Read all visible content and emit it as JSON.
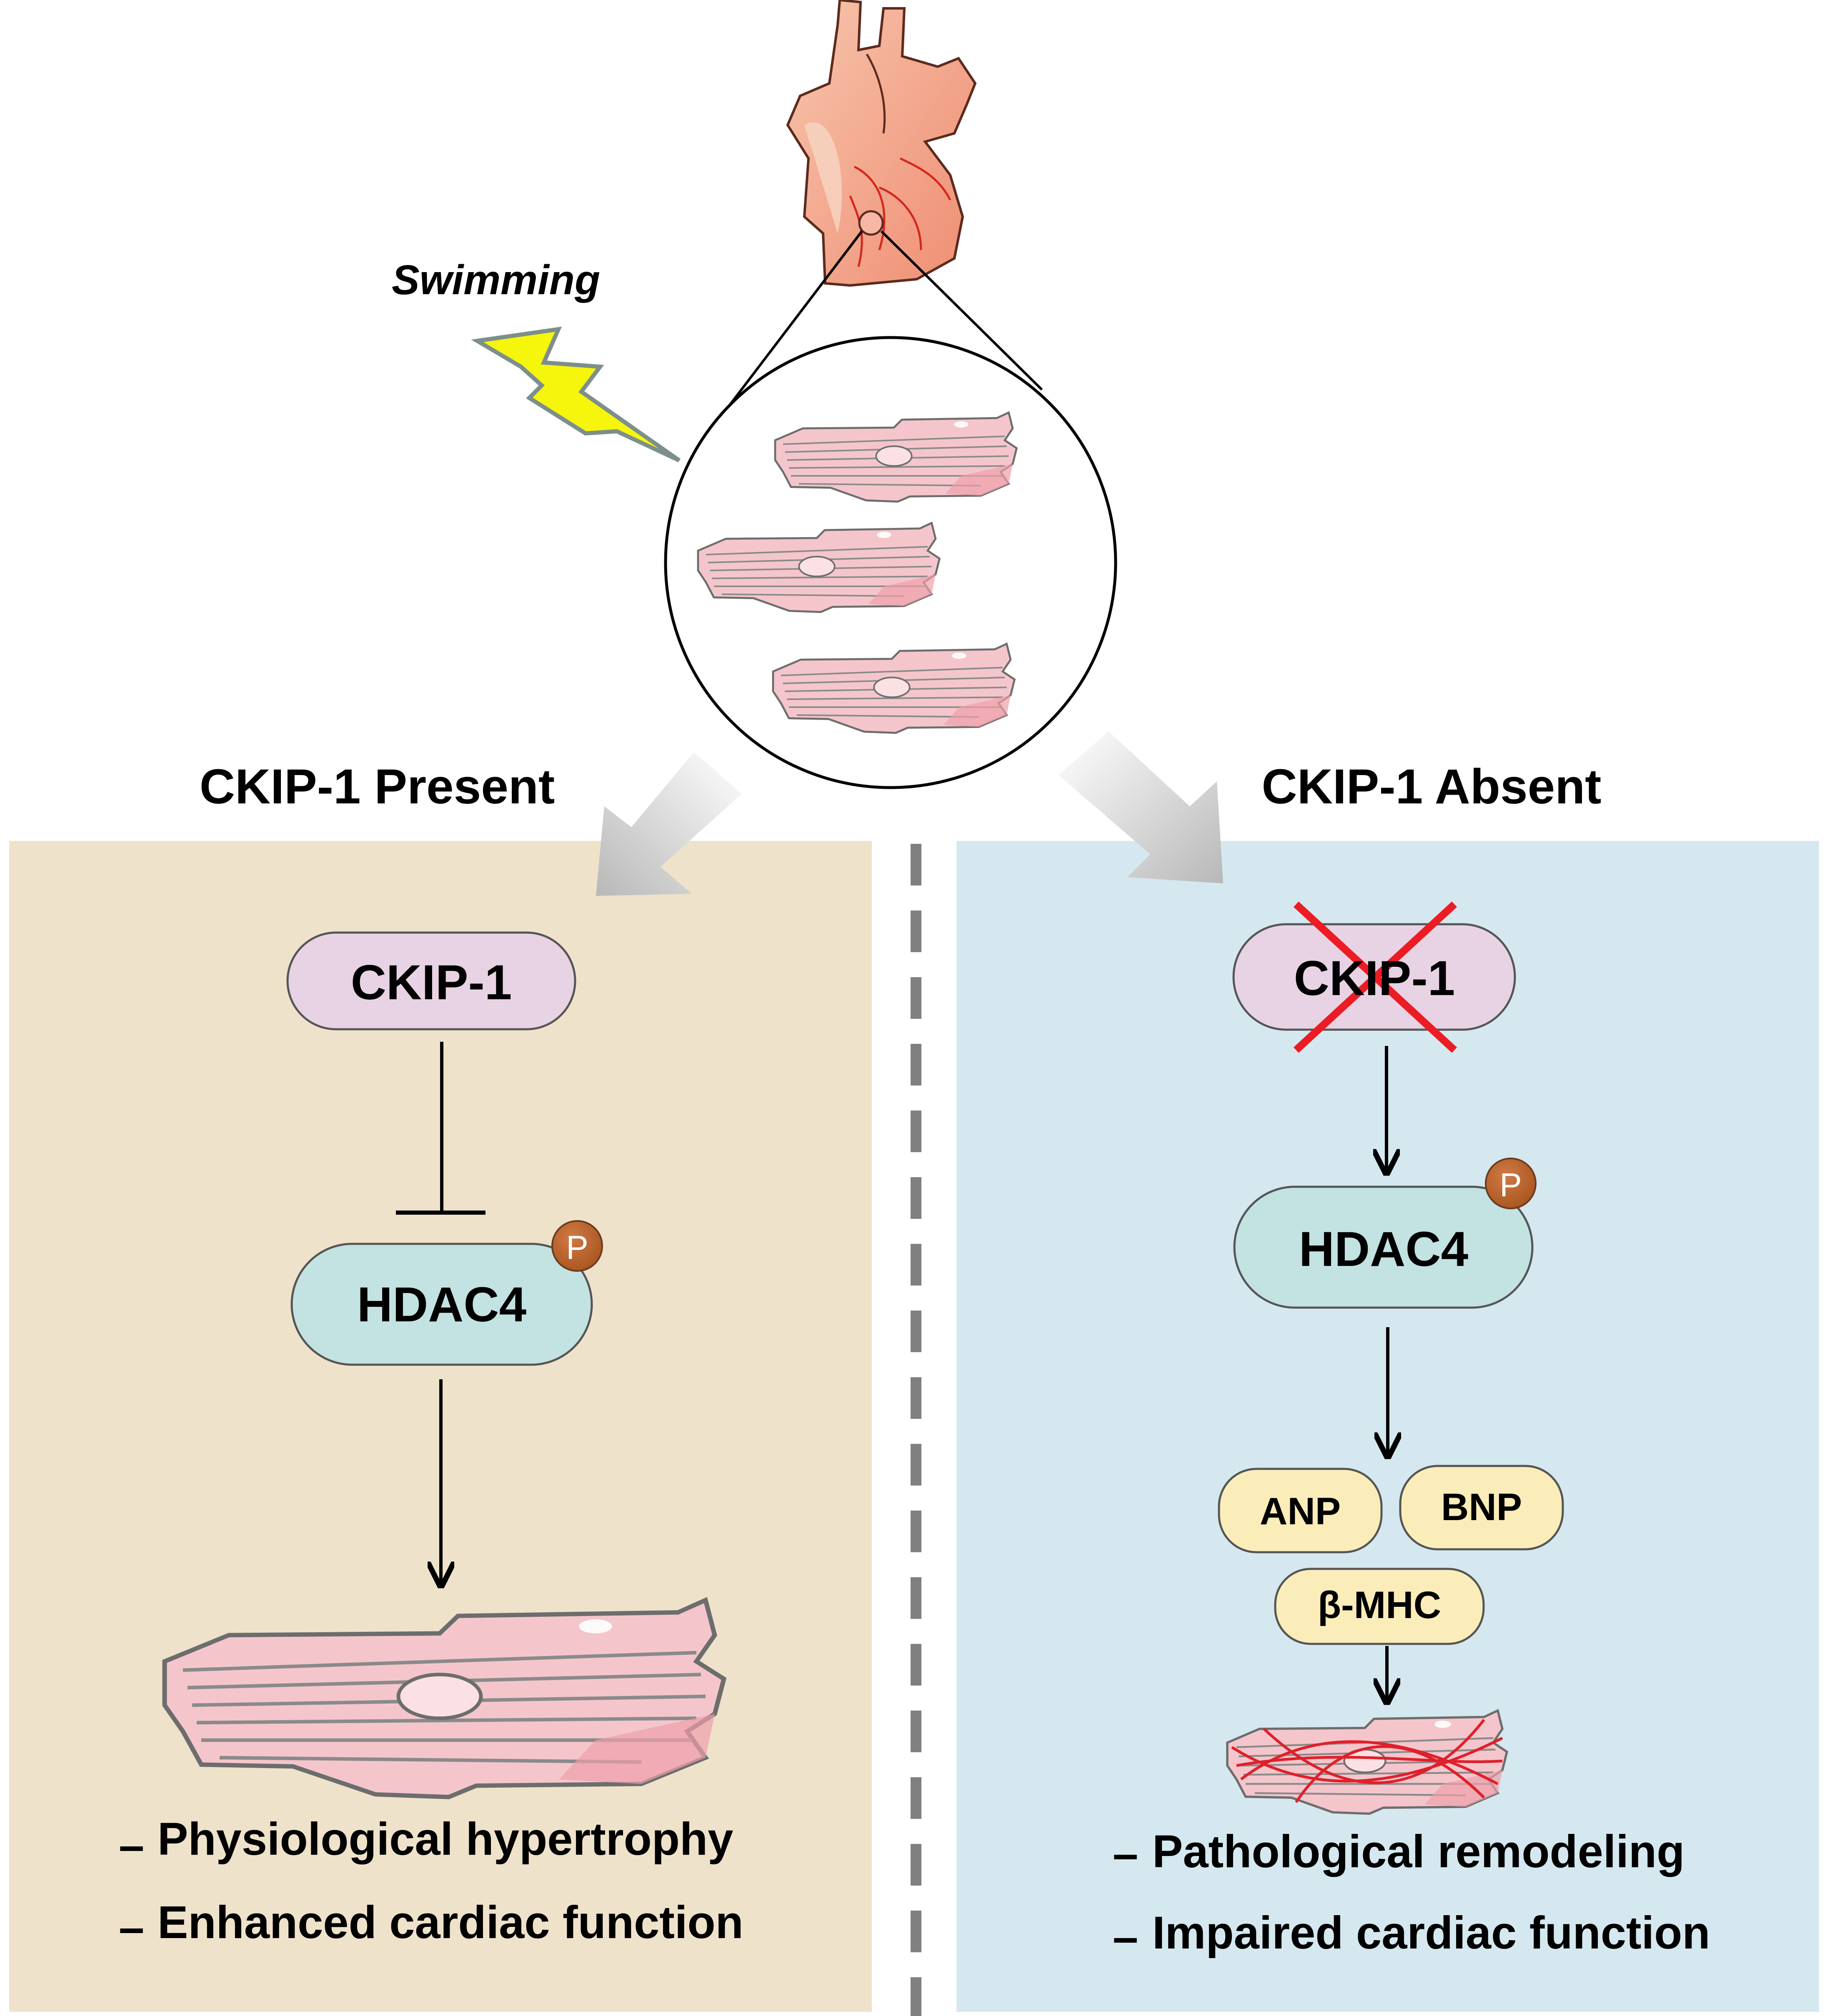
{
  "stimulus": {
    "label": "Swimming"
  },
  "left_panel": {
    "title": "CKIP-1 Present",
    "ckip_label": "CKIP-1",
    "hdac_label": "HDAC4",
    "phospho_label": "P",
    "outcomes": [
      "Physiological hypertrophy",
      "Enhanced cardiac  function"
    ],
    "colors": {
      "background": "#efe2cb",
      "ckip_box": "#e8d3e5",
      "hdac_box": "#c3e2e2"
    }
  },
  "right_panel": {
    "title": "CKIP-1 Absent",
    "ckip_label": "CKIP-1",
    "hdac_label": "HDAC4",
    "phospho_label": "P",
    "markers": [
      "ANP",
      "BNP",
      "β-MHC"
    ],
    "outcomes": [
      "Pathological remodeling",
      "Impaired cardiac function"
    ],
    "colors": {
      "background": "#d5e8ef",
      "marker_box": "#fbedb9",
      "cross": "#ec1c24"
    }
  },
  "divider": {
    "style": "dashed",
    "color": "#808080"
  },
  "icons": [
    "heart-icon",
    "lightning-bolt-icon",
    "cardiomyocyte-icon",
    "inhibition-icon",
    "arrow-icon",
    "cross-icon"
  ]
}
